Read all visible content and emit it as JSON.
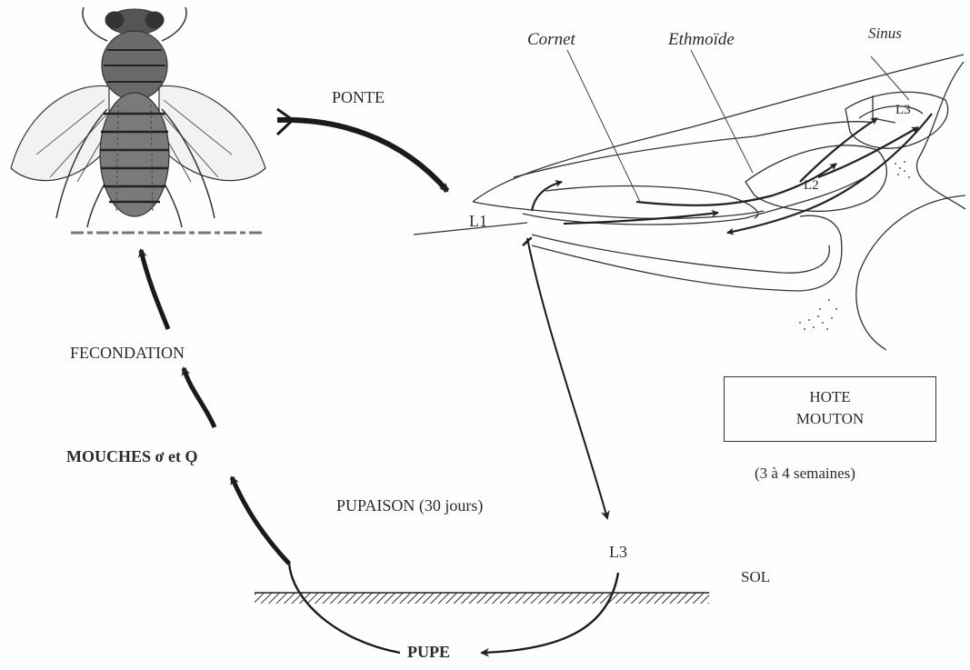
{
  "labels": {
    "ponte": "PONTE",
    "cornet": "Cornet",
    "ethmoide": "Ethmoïde",
    "sinus": "Sinus",
    "l1": "L1",
    "l2": "L2",
    "l3_head": "L3",
    "fecondation": "FECONDATION",
    "mouches": "MOUCHES ơ et Ǫ",
    "pupaison": "PUPAISON (30 jours)",
    "l3_sol": "L3",
    "sol": "SOL",
    "pupe": "PUPE",
    "hote_line1": "HOTE",
    "hote_line2": "MOUTON",
    "duree": "(3 à 4 semaines)"
  },
  "colors": {
    "ink": "#2a2a2a",
    "background": "#fefefe"
  }
}
